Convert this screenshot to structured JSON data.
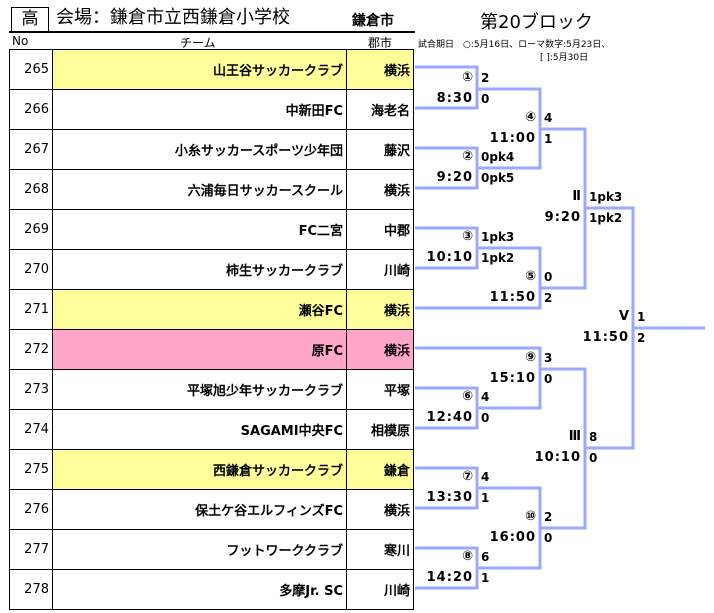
{
  "header": {
    "badge": "高",
    "venue": "会場：鎌倉市立西鎌倉小学校",
    "city": "鎌倉市",
    "block": "第20ブロック"
  },
  "columns": {
    "no": "No",
    "team": "チーム",
    "city": "郡市"
  },
  "notes": {
    "line1": "試合期日　○:5月16日、ローマ数字:5月23日、",
    "line2": "[ ]:5月30日"
  },
  "line_color": "#9aa8ff",
  "teams": [
    {
      "no": "265",
      "name": "山王谷サッカークラブ",
      "city": "横浜",
      "highlight": "yellow"
    },
    {
      "no": "266",
      "name": "中新田FC",
      "city": "海老名",
      "highlight": ""
    },
    {
      "no": "267",
      "name": "小糸サッカースポーツ少年団",
      "city": "藤沢",
      "highlight": ""
    },
    {
      "no": "268",
      "name": "六浦毎日サッカースクール",
      "city": "横浜",
      "highlight": ""
    },
    {
      "no": "269",
      "name": "FC二宮",
      "city": "中郡",
      "highlight": ""
    },
    {
      "no": "270",
      "name": "柿生サッカークラブ",
      "city": "川崎",
      "highlight": ""
    },
    {
      "no": "271",
      "name": "瀬谷FC",
      "city": "横浜",
      "highlight": "yellow"
    },
    {
      "no": "272",
      "name": "原FC",
      "city": "横浜",
      "highlight": "pink"
    },
    {
      "no": "273",
      "name": "平塚旭少年サッカークラブ",
      "city": "平塚",
      "highlight": ""
    },
    {
      "no": "274",
      "name": "SAGAMI中央FC",
      "city": "相模原",
      "highlight": ""
    },
    {
      "no": "275",
      "name": "西鎌倉サッカークラブ",
      "city": "鎌倉",
      "highlight": "yellow"
    },
    {
      "no": "276",
      "name": "保土ケ谷エルフィンズFC",
      "city": "横浜",
      "highlight": ""
    },
    {
      "no": "277",
      "name": "フットワーククラブ",
      "city": "寒川",
      "highlight": ""
    },
    {
      "no": "278",
      "name": "多摩Jr. SC",
      "city": "川崎",
      "highlight": ""
    }
  ],
  "matches": [
    {
      "id": "m1",
      "label": "①",
      "time": "8:30",
      "score_top": "2",
      "score_bottom": "0"
    },
    {
      "id": "m2",
      "label": "②",
      "time": "9:20",
      "score_top": "0pk4",
      "score_bottom": "0pk5"
    },
    {
      "id": "m3",
      "label": "③",
      "time": "10:10",
      "score_top": "1pk3",
      "score_bottom": "1pk2"
    },
    {
      "id": "m4",
      "label": "④",
      "time": "11:00",
      "score_top": "4",
      "score_bottom": "1"
    },
    {
      "id": "m5",
      "label": "⑤",
      "time": "11:50",
      "score_top": "0",
      "score_bottom": "2"
    },
    {
      "id": "m6",
      "label": "⑥",
      "time": "12:40",
      "score_top": "4",
      "score_bottom": "0"
    },
    {
      "id": "m7",
      "label": "⑦",
      "time": "13:30",
      "score_top": "4",
      "score_bottom": "1"
    },
    {
      "id": "m8",
      "label": "⑧",
      "time": "14:20",
      "score_top": "6",
      "score_bottom": "1"
    },
    {
      "id": "m9",
      "label": "⑨",
      "time": "15:10",
      "score_top": "3",
      "score_bottom": "0"
    },
    {
      "id": "m10",
      "label": "⑩",
      "time": "16:00",
      "score_top": "2",
      "score_bottom": "0"
    },
    {
      "id": "mII",
      "label": "Ⅱ",
      "time": "9:20",
      "score_top": "1pk3",
      "score_bottom": "1pk2"
    },
    {
      "id": "mIII",
      "label": "Ⅲ",
      "time": "10:10",
      "score_top": "8",
      "score_bottom": "0"
    },
    {
      "id": "mV",
      "label": "Ⅴ",
      "time": "11:50",
      "score_top": "1",
      "score_bottom": "2"
    }
  ]
}
